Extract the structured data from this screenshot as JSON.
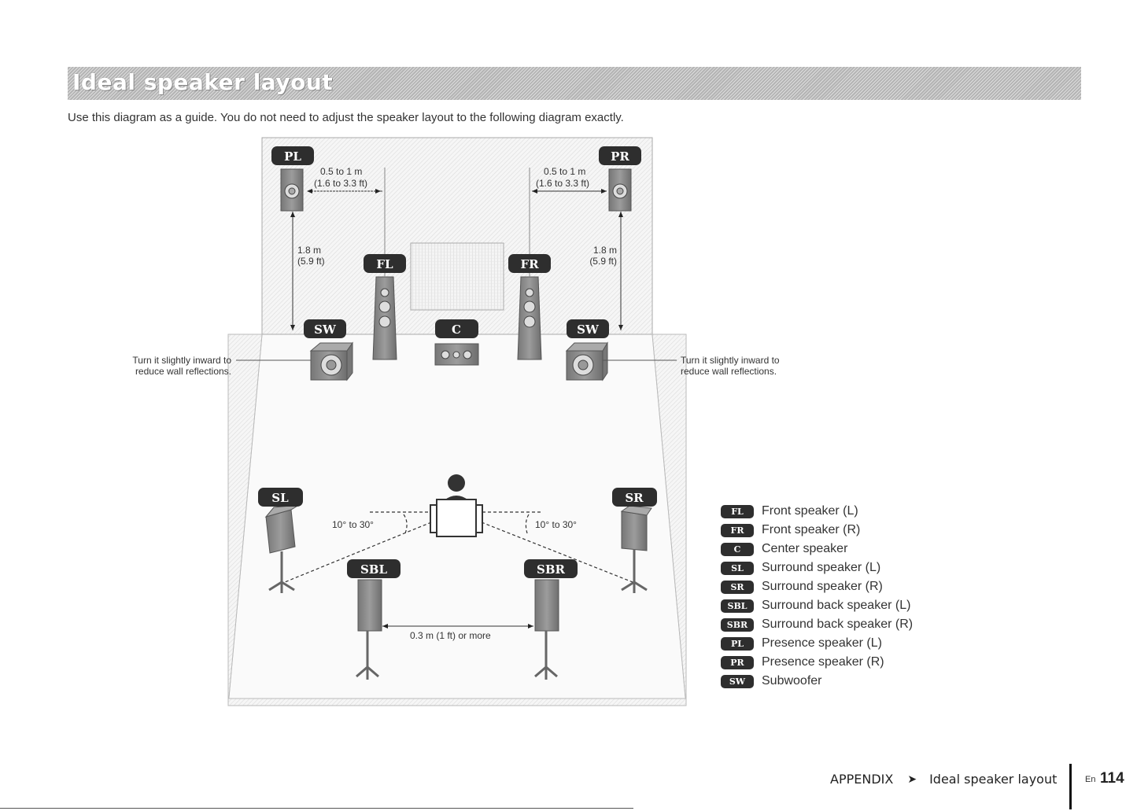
{
  "header": {
    "title": "Ideal speaker layout",
    "intro": "Use this diagram as a guide. You do not need to adjust the speaker layout to the following diagram exactly."
  },
  "diagram": {
    "badges": {
      "pl": "PL",
      "pr": "PR",
      "fl": "FL",
      "fr": "FR",
      "c": "C",
      "sw": "SW",
      "sl": "SL",
      "sr": "SR",
      "sbl": "SBL",
      "sbr": "SBR"
    },
    "dim_side_m": "0.5 to 1 m",
    "dim_side_ft": "(1.6 to 3.3 ft)",
    "dim_height_m": "1.8 m",
    "dim_height_ft": "(5.9 ft)",
    "wall_note_line1": "Turn it slightly inward to",
    "wall_note_line2": "reduce wall reflections.",
    "angle_label": "10° to 30°",
    "back_gap_label": "0.3 m (1 ft) or more"
  },
  "legend": [
    {
      "badge": "FL",
      "label": "Front speaker (L)"
    },
    {
      "badge": "FR",
      "label": "Front speaker (R)"
    },
    {
      "badge": "C",
      "label": "Center speaker"
    },
    {
      "badge": "SL",
      "label": "Surround speaker (L)"
    },
    {
      "badge": "SR",
      "label": "Surround speaker (R)"
    },
    {
      "badge": "SBL",
      "label": "Surround back speaker (L)"
    },
    {
      "badge": "SBR",
      "label": "Surround back speaker (R)"
    },
    {
      "badge": "PL",
      "label": "Presence speaker (L)"
    },
    {
      "badge": "PR",
      "label": "Presence speaker (R)"
    },
    {
      "badge": "SW",
      "label": "Subwoofer"
    }
  ],
  "footer": {
    "section": "APPENDIX",
    "separator": "➤",
    "topic": "Ideal speaker layout",
    "lang": "En",
    "page": "114"
  },
  "colors": {
    "badge": "#2e2e2e",
    "speaker": "#8c8c8c",
    "room_fill": "#f4f4f4",
    "title_bar": "#b4b4b4"
  }
}
